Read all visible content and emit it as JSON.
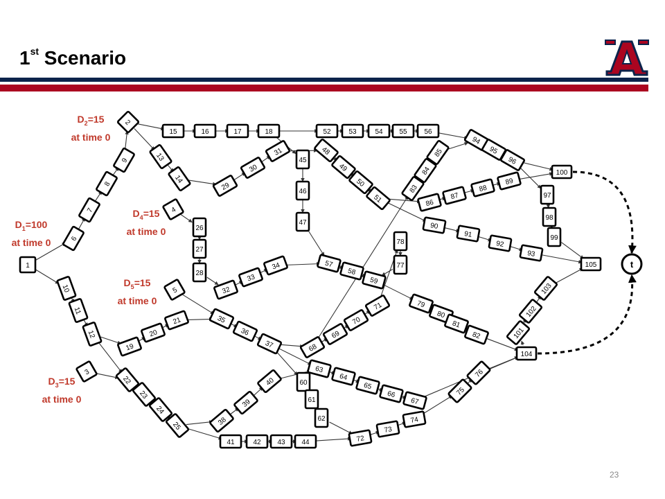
{
  "slide": {
    "title_main": "1",
    "title_sup": "st",
    "title_rest": " Scenario",
    "page_number": "23"
  },
  "demands": [
    {
      "var": "D",
      "sub": "2",
      "value": "=15",
      "time": "at time 0"
    },
    {
      "var": "D",
      "sub": "1",
      "value": "=100",
      "time": "at time 0"
    },
    {
      "var": "D",
      "sub": "4",
      "value": "=15",
      "time": "at time 0"
    },
    {
      "var": "D",
      "sub": "5",
      "value": "=15",
      "time": "at time 0"
    },
    {
      "var": "D",
      "sub": "3",
      "value": "=15",
      "time": "at time 0"
    }
  ],
  "network": {
    "sink_label": "t",
    "nodes": [
      "1",
      "2",
      "3",
      "4",
      "5",
      "6",
      "7",
      "8",
      "9",
      "10",
      "11",
      "12",
      "13",
      "14",
      "15",
      "16",
      "17",
      "18",
      "19",
      "20",
      "21",
      "22",
      "23",
      "24",
      "25",
      "26",
      "27",
      "28",
      "29",
      "30",
      "31",
      "32",
      "33",
      "34",
      "35",
      "36",
      "37",
      "38",
      "39",
      "40",
      "41",
      "42",
      "43",
      "44",
      "45",
      "46",
      "47",
      "48",
      "49",
      "50",
      "51",
      "52",
      "53",
      "54",
      "55",
      "56",
      "57",
      "58",
      "59",
      "60",
      "61",
      "62",
      "63",
      "64",
      "65",
      "66",
      "67",
      "68",
      "69",
      "70",
      "71",
      "72",
      "73",
      "74",
      "75",
      "76",
      "77",
      "78",
      "79",
      "80",
      "81",
      "82",
      "83",
      "84",
      "85",
      "86",
      "87",
      "88",
      "89",
      "90",
      "91",
      "92",
      "93",
      "94",
      "95",
      "96",
      "97",
      "98",
      "99",
      "100",
      "101",
      "102",
      "103",
      "104",
      "105"
    ],
    "edges": [
      [
        "1",
        "6"
      ],
      [
        "6",
        "7"
      ],
      [
        "7",
        "8"
      ],
      [
        "8",
        "9"
      ],
      [
        "9",
        "2"
      ],
      [
        "2",
        "13"
      ],
      [
        "13",
        "14"
      ],
      [
        "14",
        "29"
      ],
      [
        "29",
        "30"
      ],
      [
        "30",
        "31"
      ],
      [
        "31",
        "48"
      ],
      [
        "2",
        "15"
      ],
      [
        "15",
        "16"
      ],
      [
        "16",
        "17"
      ],
      [
        "17",
        "18"
      ],
      [
        "18",
        "52"
      ],
      [
        "52",
        "53"
      ],
      [
        "53",
        "54"
      ],
      [
        "54",
        "55"
      ],
      [
        "55",
        "56"
      ],
      [
        "56",
        "94"
      ],
      [
        "94",
        "95"
      ],
      [
        "95",
        "96"
      ],
      [
        "96",
        "97"
      ],
      [
        "97",
        "98"
      ],
      [
        "98",
        "99"
      ],
      [
        "99",
        "105"
      ],
      [
        "96",
        "100"
      ],
      [
        "18",
        "45"
      ],
      [
        "45",
        "46"
      ],
      [
        "46",
        "47"
      ],
      [
        "47",
        "57"
      ],
      [
        "57",
        "58"
      ],
      [
        "58",
        "59"
      ],
      [
        "59",
        "79"
      ],
      [
        "79",
        "80"
      ],
      [
        "80",
        "81"
      ],
      [
        "81",
        "82"
      ],
      [
        "82",
        "104"
      ],
      [
        "48",
        "49"
      ],
      [
        "49",
        "50"
      ],
      [
        "50",
        "51"
      ],
      [
        "51",
        "90"
      ],
      [
        "90",
        "91"
      ],
      [
        "91",
        "92"
      ],
      [
        "92",
        "93"
      ],
      [
        "93",
        "105"
      ],
      [
        "51",
        "86"
      ],
      [
        "86",
        "87"
      ],
      [
        "87",
        "88"
      ],
      [
        "88",
        "89"
      ],
      [
        "89",
        "100"
      ],
      [
        "83",
        "84"
      ],
      [
        "84",
        "85"
      ],
      [
        "85",
        "94"
      ],
      [
        "4",
        "26"
      ],
      [
        "26",
        "27"
      ],
      [
        "27",
        "28"
      ],
      [
        "28",
        "32"
      ],
      [
        "32",
        "33"
      ],
      [
        "33",
        "34"
      ],
      [
        "34",
        "57"
      ],
      [
        "5",
        "35"
      ],
      [
        "35",
        "36"
      ],
      [
        "36",
        "37"
      ],
      [
        "37",
        "60"
      ],
      [
        "60",
        "61"
      ],
      [
        "61",
        "62"
      ],
      [
        "62",
        "72"
      ],
      [
        "72",
        "73"
      ],
      [
        "73",
        "74"
      ],
      [
        "74",
        "75"
      ],
      [
        "75",
        "76"
      ],
      [
        "76",
        "104"
      ],
      [
        "37",
        "63"
      ],
      [
        "63",
        "64"
      ],
      [
        "64",
        "65"
      ],
      [
        "65",
        "66"
      ],
      [
        "66",
        "67"
      ],
      [
        "67",
        "104"
      ],
      [
        "1",
        "10"
      ],
      [
        "10",
        "11"
      ],
      [
        "11",
        "12"
      ],
      [
        "12",
        "19"
      ],
      [
        "19",
        "20"
      ],
      [
        "20",
        "21"
      ],
      [
        "21",
        "35"
      ],
      [
        "12",
        "22"
      ],
      [
        "3",
        "22"
      ],
      [
        "22",
        "23"
      ],
      [
        "23",
        "24"
      ],
      [
        "24",
        "25"
      ],
      [
        "25",
        "41"
      ],
      [
        "41",
        "42"
      ],
      [
        "42",
        "43"
      ],
      [
        "43",
        "44"
      ],
      [
        "44",
        "72"
      ],
      [
        "25",
        "38"
      ],
      [
        "38",
        "39"
      ],
      [
        "39",
        "40"
      ],
      [
        "40",
        "63"
      ],
      [
        "37",
        "68"
      ],
      [
        "68",
        "69"
      ],
      [
        "69",
        "70"
      ],
      [
        "70",
        "71"
      ],
      [
        "71",
        "78"
      ],
      [
        "78",
        "77"
      ],
      [
        "77",
        "59"
      ],
      [
        "68",
        "83"
      ],
      [
        "101",
        "102"
      ],
      [
        "102",
        "103"
      ],
      [
        "103",
        "105"
      ],
      [
        "104",
        "101"
      ]
    ],
    "dashed_edges": [
      [
        "100",
        "t"
      ],
      [
        "104",
        "t"
      ]
    ]
  }
}
